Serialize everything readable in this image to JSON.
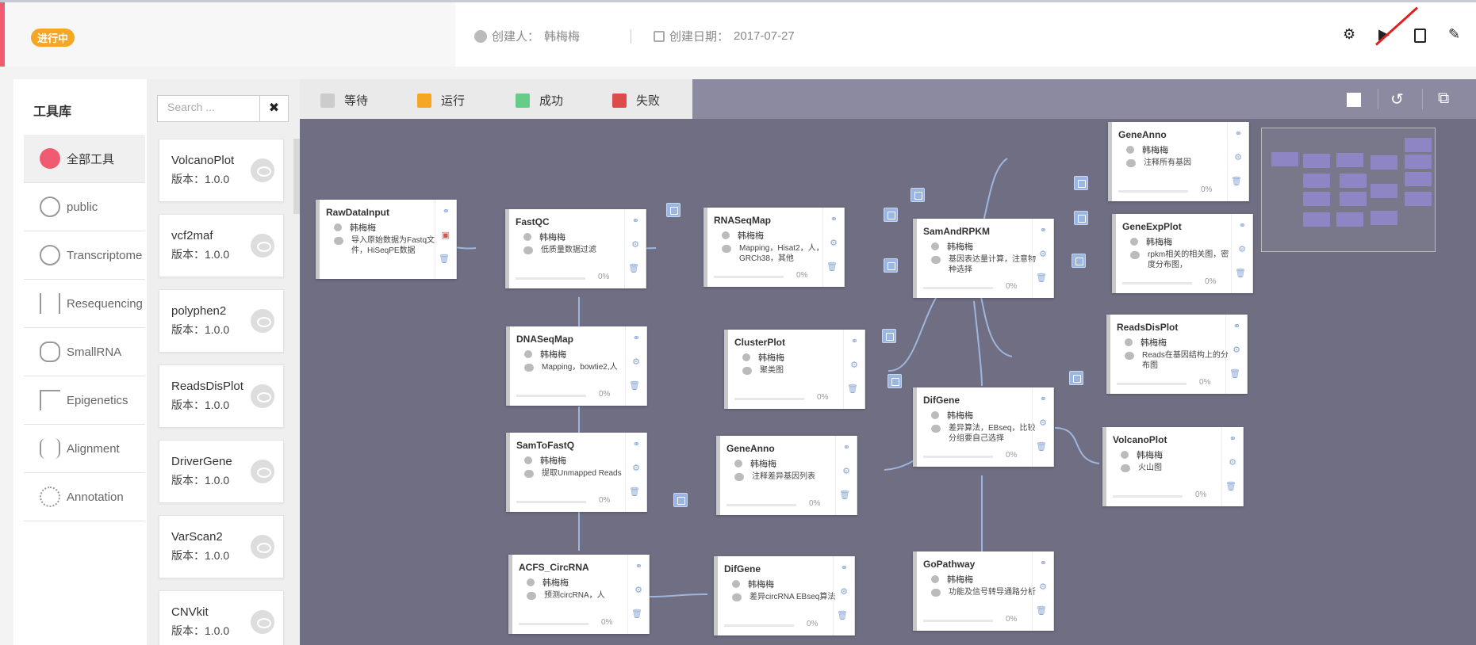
{
  "topbar": {
    "status": "进行中",
    "creator_label": "创建人：",
    "creator_value": "韩梅梅",
    "date_label": "创建日期：",
    "date_value": "2017-07-27",
    "icons": [
      "gear-icon",
      "play-icon",
      "pdf-export-icon",
      "edit-icon"
    ]
  },
  "toolpanel": {
    "title": "工具库",
    "categories": [
      {
        "label": "全部工具",
        "icon": "all-tools-icon",
        "active": true
      },
      {
        "label": "public",
        "icon": "public-icon"
      },
      {
        "label": "Transcriptome",
        "icon": "transcriptome-icon"
      },
      {
        "label": "Resequencing",
        "icon": "dna-icon"
      },
      {
        "label": "SmallRNA",
        "icon": "smallrna-icon"
      },
      {
        "label": "Epigenetics",
        "icon": "epigenetics-icon"
      },
      {
        "label": "Alignment",
        "icon": "alignment-icon"
      },
      {
        "label": "Annotation",
        "icon": "annotation-icon"
      }
    ]
  },
  "toollist": {
    "search_placeholder": "Search ...",
    "clear": "✖",
    "tools": [
      {
        "name": "VolcanoPlot",
        "version": "版本：1.0.0"
      },
      {
        "name": "vcf2maf",
        "version": "版本：1.0.0"
      },
      {
        "name": "polyphen2",
        "version": "版本：1.0.0"
      },
      {
        "name": "ReadsDisPlot",
        "version": "版本：1.0.0"
      },
      {
        "name": "DriverGene",
        "version": "版本：1.0.0"
      },
      {
        "name": "VarScan2",
        "version": "版本：1.0.0"
      },
      {
        "name": "CNVkit",
        "version": "版本：1.0.0"
      }
    ]
  },
  "legend": [
    {
      "label": "等待",
      "color": "#cccccc"
    },
    {
      "label": "运行",
      "color": "#f5a623"
    },
    {
      "label": "成功",
      "color": "#66cc88"
    },
    {
      "label": "失败",
      "color": "#dd4b4b"
    }
  ],
  "canvas_tools": [
    "stop-icon",
    "undo-icon",
    "copy-icon"
  ],
  "nodes": [
    {
      "title": "RawDataInput",
      "user": "韩梅梅",
      "desc": "导入原始数据为Fastq文件，HiSeqPE数据",
      "progress": ""
    },
    {
      "title": "FastQC",
      "user": "韩梅梅",
      "desc": "低质量数据过滤",
      "progress": "0%"
    },
    {
      "title": "RNASeqMap",
      "user": "韩梅梅",
      "desc": "Mapping，Hisat2，人，GRCh38，其他",
      "progress": "0%"
    },
    {
      "title": "SamAndRPKM",
      "user": "韩梅梅",
      "desc": "基因表达量计算，注意物种选择",
      "progress": "0%"
    },
    {
      "title": "GeneAnno",
      "user": "韩梅梅",
      "desc": "注释所有基因",
      "progress": "0%"
    },
    {
      "title": "GeneExpPlot",
      "user": "韩梅梅",
      "desc": "rpkm相关的相关图，密度分布图，",
      "progress": "0%"
    },
    {
      "title": "ReadsDisPlot",
      "user": "韩梅梅",
      "desc": "Reads在基因结构上的分布图",
      "progress": "0%"
    },
    {
      "title": "DNASeqMap",
      "user": "韩梅梅",
      "desc": "Mapping，bowtie2,人",
      "progress": "0%"
    },
    {
      "title": "ClusterPlot",
      "user": "韩梅梅",
      "desc": "聚类图",
      "progress": "0%"
    },
    {
      "title": "DifGene",
      "user": "韩梅梅",
      "desc": "差异算法，EBseq，比较分组要自己选择",
      "progress": "0%"
    },
    {
      "title": "VolcanoPlot",
      "user": "韩梅梅",
      "desc": "火山图",
      "progress": "0%"
    },
    {
      "title": "SamToFastQ",
      "user": "韩梅梅",
      "desc": "提取Unmapped Reads",
      "progress": "0%"
    },
    {
      "title": "GeneAnno",
      "user": "韩梅梅",
      "desc": "注释差异基因列表",
      "progress": "0%"
    },
    {
      "title": "ACFS_CircRNA",
      "user": "韩梅梅",
      "desc": "预测circRNA，人",
      "progress": "0%"
    },
    {
      "title": "DifGene",
      "user": "韩梅梅",
      "desc": "差异circRNA EBseq算法",
      "progress": "0%"
    },
    {
      "title": "GoPathway",
      "user": "韩梅梅",
      "desc": "功能及信号转导通路分析",
      "progress": "0%"
    }
  ]
}
